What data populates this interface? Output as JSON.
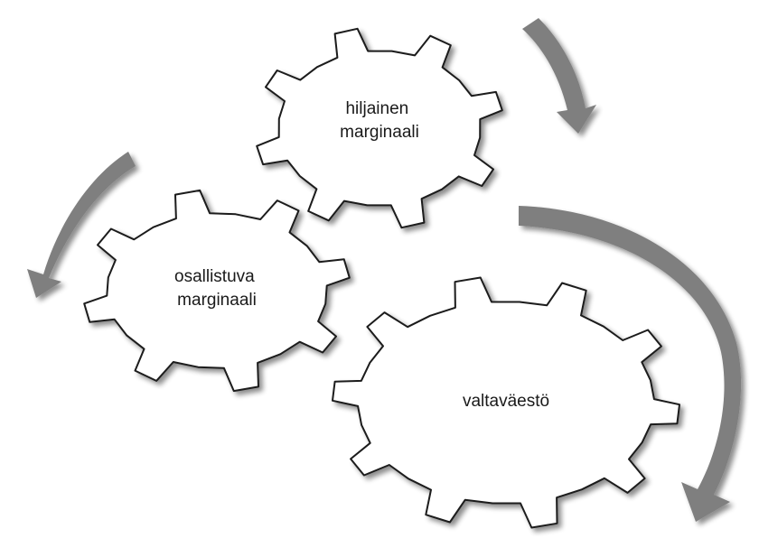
{
  "diagram": {
    "gears": [
      {
        "id": "top",
        "lines": [
          "hiljainen",
          "marginaali"
        ]
      },
      {
        "id": "left",
        "lines": [
          "osallistuva",
          "marginaali"
        ]
      },
      {
        "id": "bottom",
        "lines": [
          "valtaväestö"
        ]
      }
    ],
    "colors": {
      "gear_fill": "#ffffff",
      "gear_stroke": "#1a1a1a",
      "arrow": "#7f7f7f",
      "arrow_shadow": "#bdbdbd",
      "label": "#1a1a1a"
    },
    "arrow_icons": [
      "curved-arrow-icon",
      "curved-arrow-icon",
      "curved-arrow-icon"
    ]
  }
}
